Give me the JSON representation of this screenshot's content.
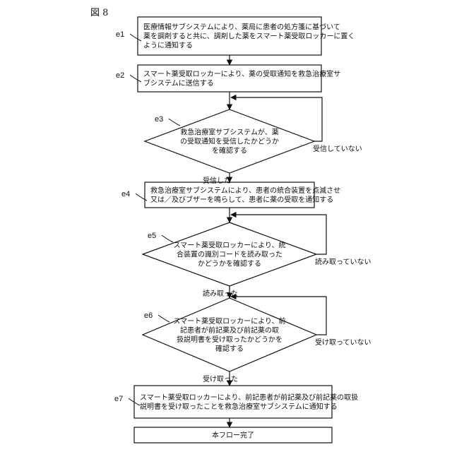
{
  "figure": {
    "label": "図 8"
  },
  "steps": [
    {
      "id": "e1",
      "label": "e1",
      "kind": "process",
      "lines": [
        "医療情報サブシステムにより、薬局に患者の処方箋に基づいて",
        "薬を調剤すると共に、調剤した薬をスマート薬受取ロッカーに置く",
        "ように通知する"
      ]
    },
    {
      "id": "e2",
      "label": "e2",
      "kind": "process",
      "lines": [
        "スマート薬受取ロッカーにより、薬の受取通知を救急治療室サ",
        "ブシステムに送信する"
      ]
    },
    {
      "id": "e3",
      "label": "e3",
      "kind": "decision",
      "lines": [
        "救急治療室サブシステムが、薬",
        "の受取通知を受信したかどうか",
        "を確認する"
      ],
      "no_label": "受信していない",
      "yes_label": "受信した"
    },
    {
      "id": "e4",
      "label": "e4",
      "kind": "process",
      "lines": [
        "救急治療室サブシステムにより、患者の統合装置を点滅させ",
        "又は／及びブザーを鳴らして、患者に薬の受取を通知する"
      ]
    },
    {
      "id": "e5",
      "label": "e5",
      "kind": "decision",
      "lines": [
        "スマート薬受取ロッカーにより、統",
        "合装置の識別コードを読み取った",
        "かどうかを確認する"
      ],
      "no_label": "読み取っていない",
      "yes_label": "読み取った"
    },
    {
      "id": "e6",
      "label": "e6",
      "kind": "decision",
      "lines": [
        "スマート薬受取ロッカーにより、前",
        "記患者が前記薬及び前記薬の取",
        "扱説明書を受け取ったかどうかを",
        "確認する"
      ],
      "no_label": "受け取っていない",
      "yes_label": "受け取った"
    },
    {
      "id": "e7",
      "label": "e7",
      "kind": "process",
      "lines": [
        "スマート薬受取ロッカーにより、前記患者が前記薬及び前記薬の取扱",
        "説明書を受け取ったことを救急治療室サブシステムに通知する"
      ]
    },
    {
      "id": "end",
      "label": "",
      "kind": "terminal",
      "lines": [
        "本フロー完了"
      ]
    }
  ]
}
